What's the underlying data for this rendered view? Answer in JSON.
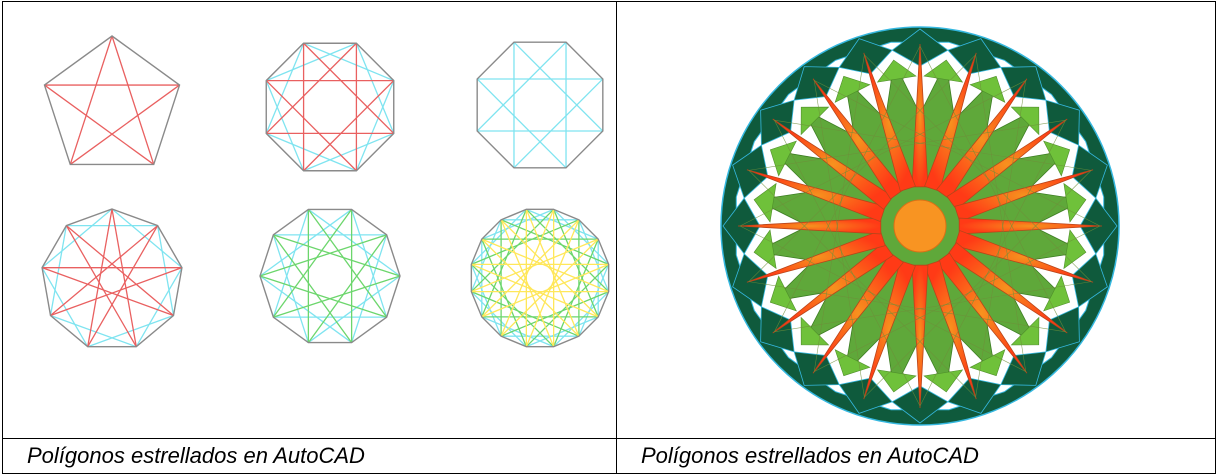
{
  "document": {
    "rows": [
      {
        "cells": [
          {
            "figure": "star-polygons-grid",
            "polygons": [
              {
                "sides": 5,
                "star_steps": [
                  2
                ],
                "colors": [
                  "#e96060"
                ]
              },
              {
                "sides": 8,
                "star_steps": [
                  2,
                  3
                ],
                "colors": [
                  "#7fe4f0",
                  "#e96060"
                ]
              },
              {
                "sides": 8,
                "star_steps": [
                  3
                ],
                "colors": [
                  "#7fe4f0"
                ]
              },
              {
                "sides": 9,
                "star_steps": [
                  2,
                  4
                ],
                "colors": [
                  "#7fe4f0",
                  "#e96060"
                ]
              },
              {
                "sides": 10,
                "star_steps": [
                  3,
                  4
                ],
                "colors": [
                  "#7fe4f0",
                  "#6cd66c"
                ]
              },
              {
                "sides": 16,
                "star_steps": [
                  3,
                  5,
                  7
                ],
                "colors": [
                  "#7fe4f0",
                  "#6cd66c",
                  "#ffe75a"
                ]
              }
            ],
            "outline_color": "#8a8a8a"
          },
          {
            "figure": "star-rosette",
            "points": 20,
            "colors": {
              "outer_ring": "#0f5a3c",
              "ring_edge": "#35b8e0",
              "green": "#5fa83a",
              "orange_start": "#ff3a16",
              "orange_end": "#f7921e",
              "center": "#f89422"
            }
          }
        ]
      },
      {
        "cells": [
          {
            "caption": "Polígonos estrellados en AutoCAD"
          },
          {
            "caption": "Polígonos estrellados en AutoCAD"
          }
        ]
      }
    ]
  }
}
